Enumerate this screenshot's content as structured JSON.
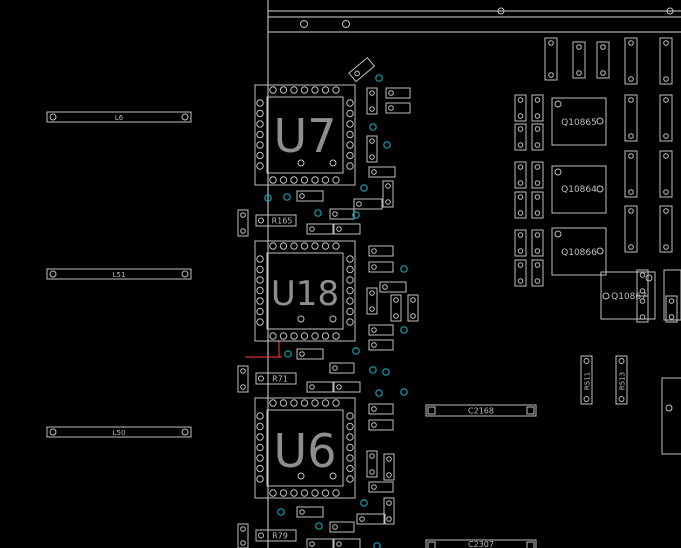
{
  "board": {
    "background": "#000000",
    "outline_color": "#bfbfbf",
    "via_color": "#0aa3b3",
    "ref_color": "#8e8e8e",
    "marker_color": "#ff3b3b"
  },
  "ics": [
    {
      "ref": "U7"
    },
    {
      "ref": "U18"
    },
    {
      "ref": "U6"
    }
  ],
  "inductors": [
    {
      "ref": "L6"
    },
    {
      "ref": "L51"
    },
    {
      "ref": "L50"
    }
  ],
  "caps": [
    {
      "ref": "C2168"
    },
    {
      "ref": "C2307"
    }
  ],
  "transistors": [
    {
      "ref": "Q10865"
    },
    {
      "ref": "Q10864"
    },
    {
      "ref": "Q10866"
    },
    {
      "ref": "Q10867"
    }
  ],
  "resistors": [
    {
      "ref": "R165"
    },
    {
      "ref": "R71"
    },
    {
      "ref": "R79"
    },
    {
      "ref": "R511"
    },
    {
      "ref": "R513"
    }
  ]
}
